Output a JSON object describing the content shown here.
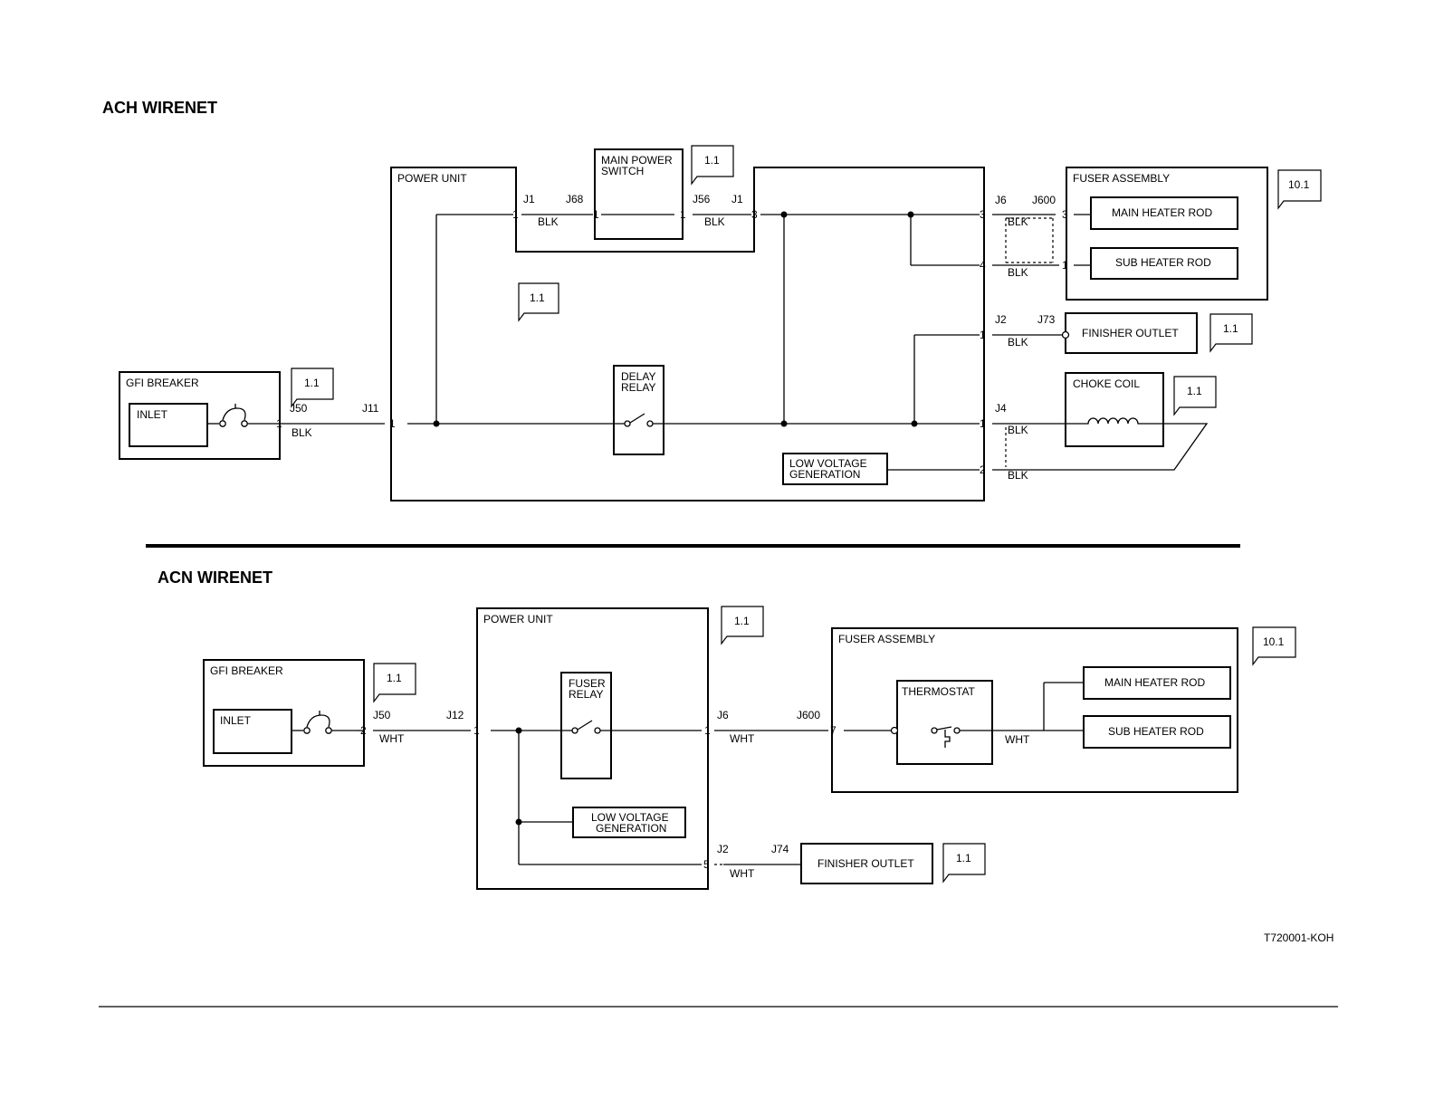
{
  "ach": {
    "title": "ACH WIRENET",
    "power_unit": "POWER UNIT",
    "main_power_switch": [
      "MAIN POWER",
      "SWITCH"
    ],
    "fuser_assembly": "FUSER ASSEMBLY",
    "main_heater_rod": "MAIN HEATER ROD",
    "sub_heater_rod": "SUB HEATER ROD",
    "finisher_outlet": "FINISHER OUTLET",
    "choke_coil": "CHOKE COIL",
    "gfi_breaker": "GFI BREAKER",
    "inlet": "INLET",
    "delay_relay": [
      "DELAY",
      "RELAY"
    ],
    "low_voltage": [
      "LOW VOLTAGE",
      "GENERATION"
    ],
    "connectors": {
      "j1_left": "J1",
      "j68": "J68",
      "j56": "J56",
      "j1_right": "J1",
      "j6": "J6",
      "j600": "J600",
      "j2": "J2",
      "j73": "J73",
      "j4": "J4",
      "j50": "J50",
      "j11": "J11"
    },
    "pins": {
      "j1_left": "1",
      "j68": "1",
      "j56": "1",
      "j1_right": "3",
      "j6_a": "3",
      "j6_b": "4",
      "j600_a": "3",
      "j600_b": "1",
      "j2": "1",
      "j4_a": "1",
      "j4_b": "2",
      "j50": "1",
      "j11": "1"
    },
    "wire_colors": {
      "blk_1": "BLK",
      "blk_2": "BLK",
      "blk_3": "BLK",
      "blk_4": "BLK",
      "blk_5": "BLK",
      "blk_6": "BLK",
      "blk_7": "BLK",
      "blk_8": "BLK"
    },
    "callouts": {
      "main_switch": "1.1",
      "fuser": "10.1",
      "power_unit": "1.1",
      "finisher": "1.1",
      "gfi": "1.1",
      "choke": "1.1"
    }
  },
  "acn": {
    "title": "ACN WIRENET",
    "power_unit": "POWER UNIT",
    "gfi_breaker": "GFI BREAKER",
    "inlet": "INLET",
    "fuser_relay": [
      "FUSER",
      "RELAY"
    ],
    "low_voltage": [
      "LOW VOLTAGE",
      "GENERATION"
    ],
    "fuser_assembly": "FUSER ASSEMBLY",
    "thermostat": "THERMOSTAT",
    "main_heater_rod": "MAIN HEATER ROD",
    "sub_heater_rod": "SUB HEATER ROD",
    "finisher_outlet": "FINISHER OUTLET",
    "connectors": {
      "j50": "J50",
      "j12": "J12",
      "j6": "J6",
      "j600": "J600",
      "j2": "J2",
      "j74": "J74"
    },
    "pins": {
      "j50": "2",
      "j12": "1",
      "j6": "1",
      "j600": "7",
      "j2": "5"
    },
    "wire_colors": {
      "wht_1": "WHT",
      "wht_2": "WHT",
      "wht_3": "WHT",
      "wht_4": "WHT"
    },
    "callouts": {
      "power_unit": "1.1",
      "fuser": "10.1",
      "gfi": "1.1",
      "finisher": "1.1"
    }
  },
  "figure_id": "T720001-KOH"
}
